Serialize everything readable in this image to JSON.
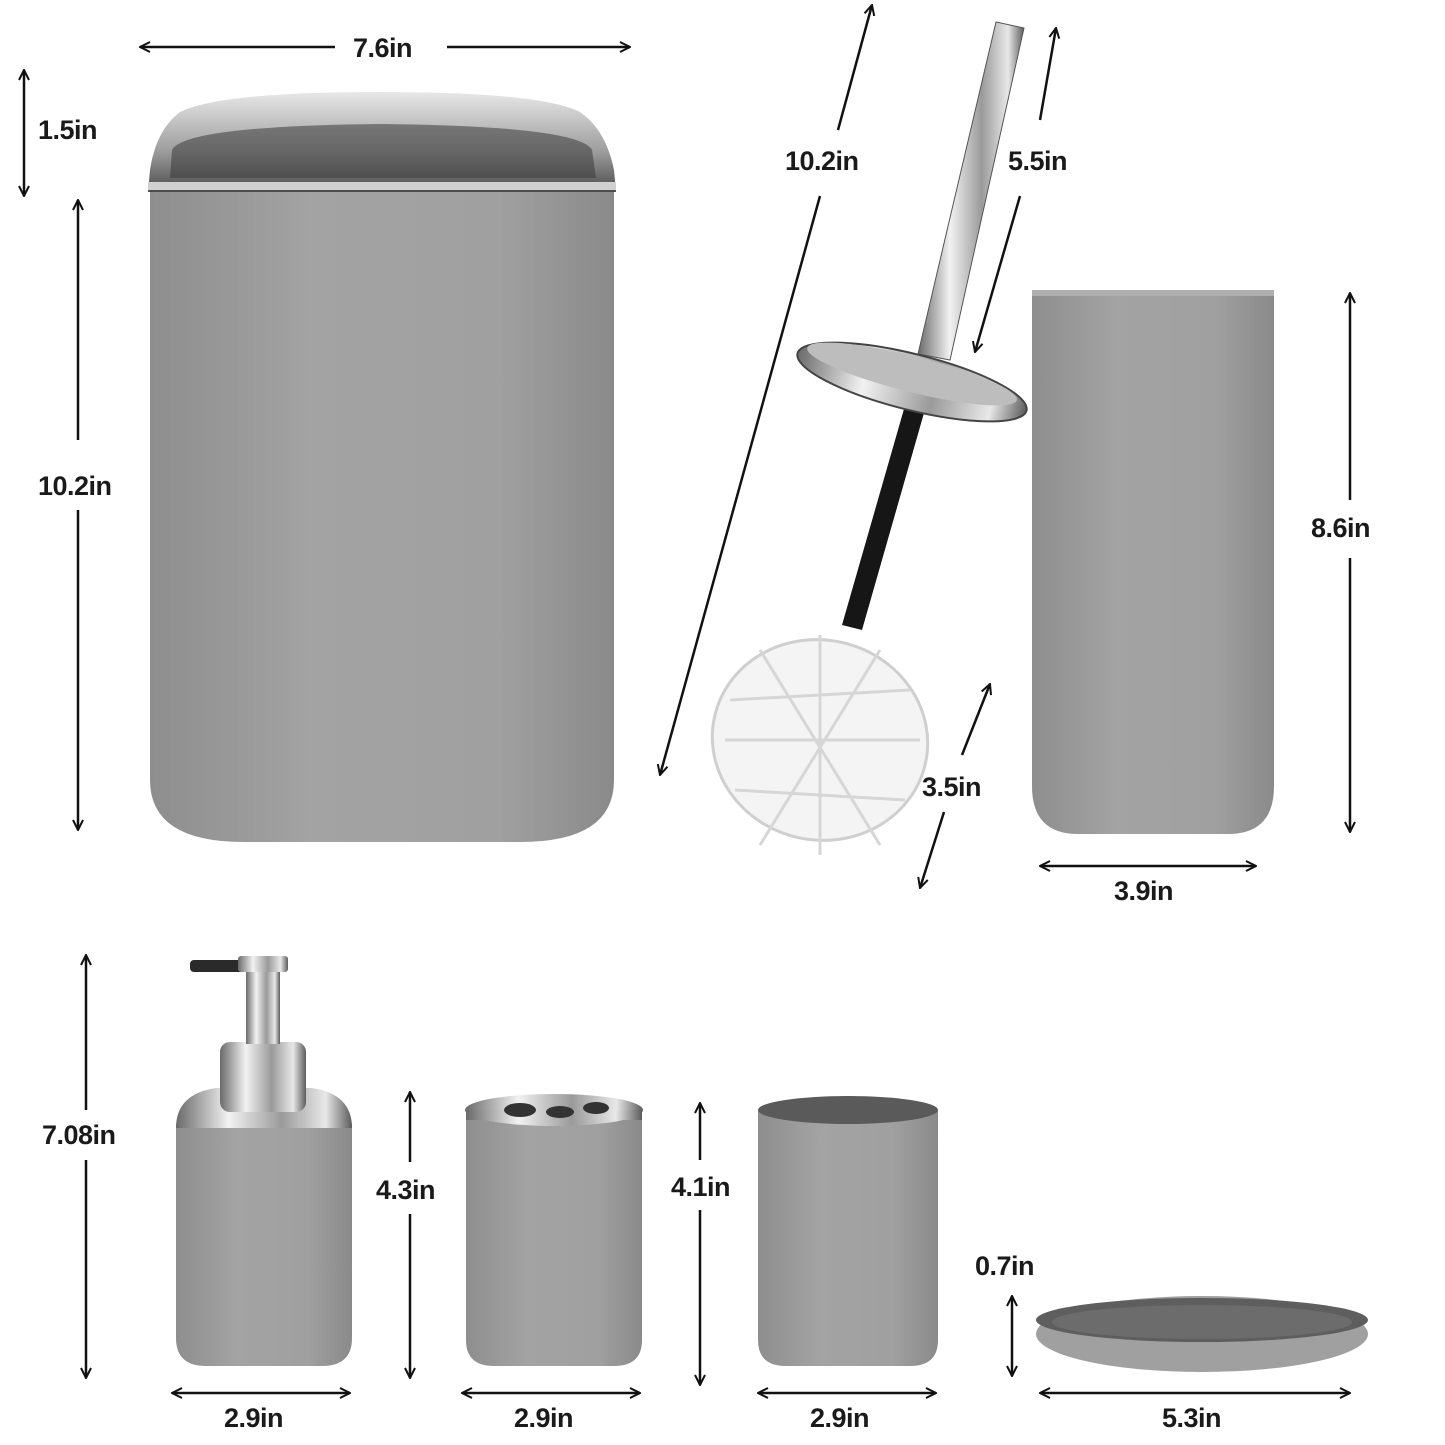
{
  "colors": {
    "product_gray": "#9a9a9a",
    "chrome": "#d8d8d8",
    "arrow": "#111111",
    "label": "#1a1a1a",
    "background": "#ffffff"
  },
  "products": [
    {
      "id": "trash-can",
      "name": "trash can with swing lid"
    },
    {
      "id": "toilet-brush",
      "name": "toilet brush"
    },
    {
      "id": "toilet-brush-holder",
      "name": "toilet brush holder"
    },
    {
      "id": "soap-dispenser",
      "name": "lotion pump dispenser"
    },
    {
      "id": "toothbrush-holder",
      "name": "toothbrush holder"
    },
    {
      "id": "tumbler",
      "name": "tumbler cup"
    },
    {
      "id": "soap-dish",
      "name": "soap dish"
    }
  ],
  "dimensions": {
    "trash_width": "7.6in",
    "trash_lid_height": "1.5in",
    "trash_body_height": "10.2in",
    "brush_length": "10.2in",
    "brush_handle": "5.5in",
    "brush_head": "3.5in",
    "holder_height": "8.6in",
    "holder_width": "3.9in",
    "dispenser_total_height": "7.08in",
    "dispenser_width": "2.9in",
    "dispenser_body_height": "4.3in",
    "toothbrush_holder_width": "2.9in",
    "toothbrush_holder_height": "4.1in",
    "tumbler_width": "2.9in",
    "soap_dish_height": "0.7in",
    "soap_dish_width": "5.3in"
  }
}
